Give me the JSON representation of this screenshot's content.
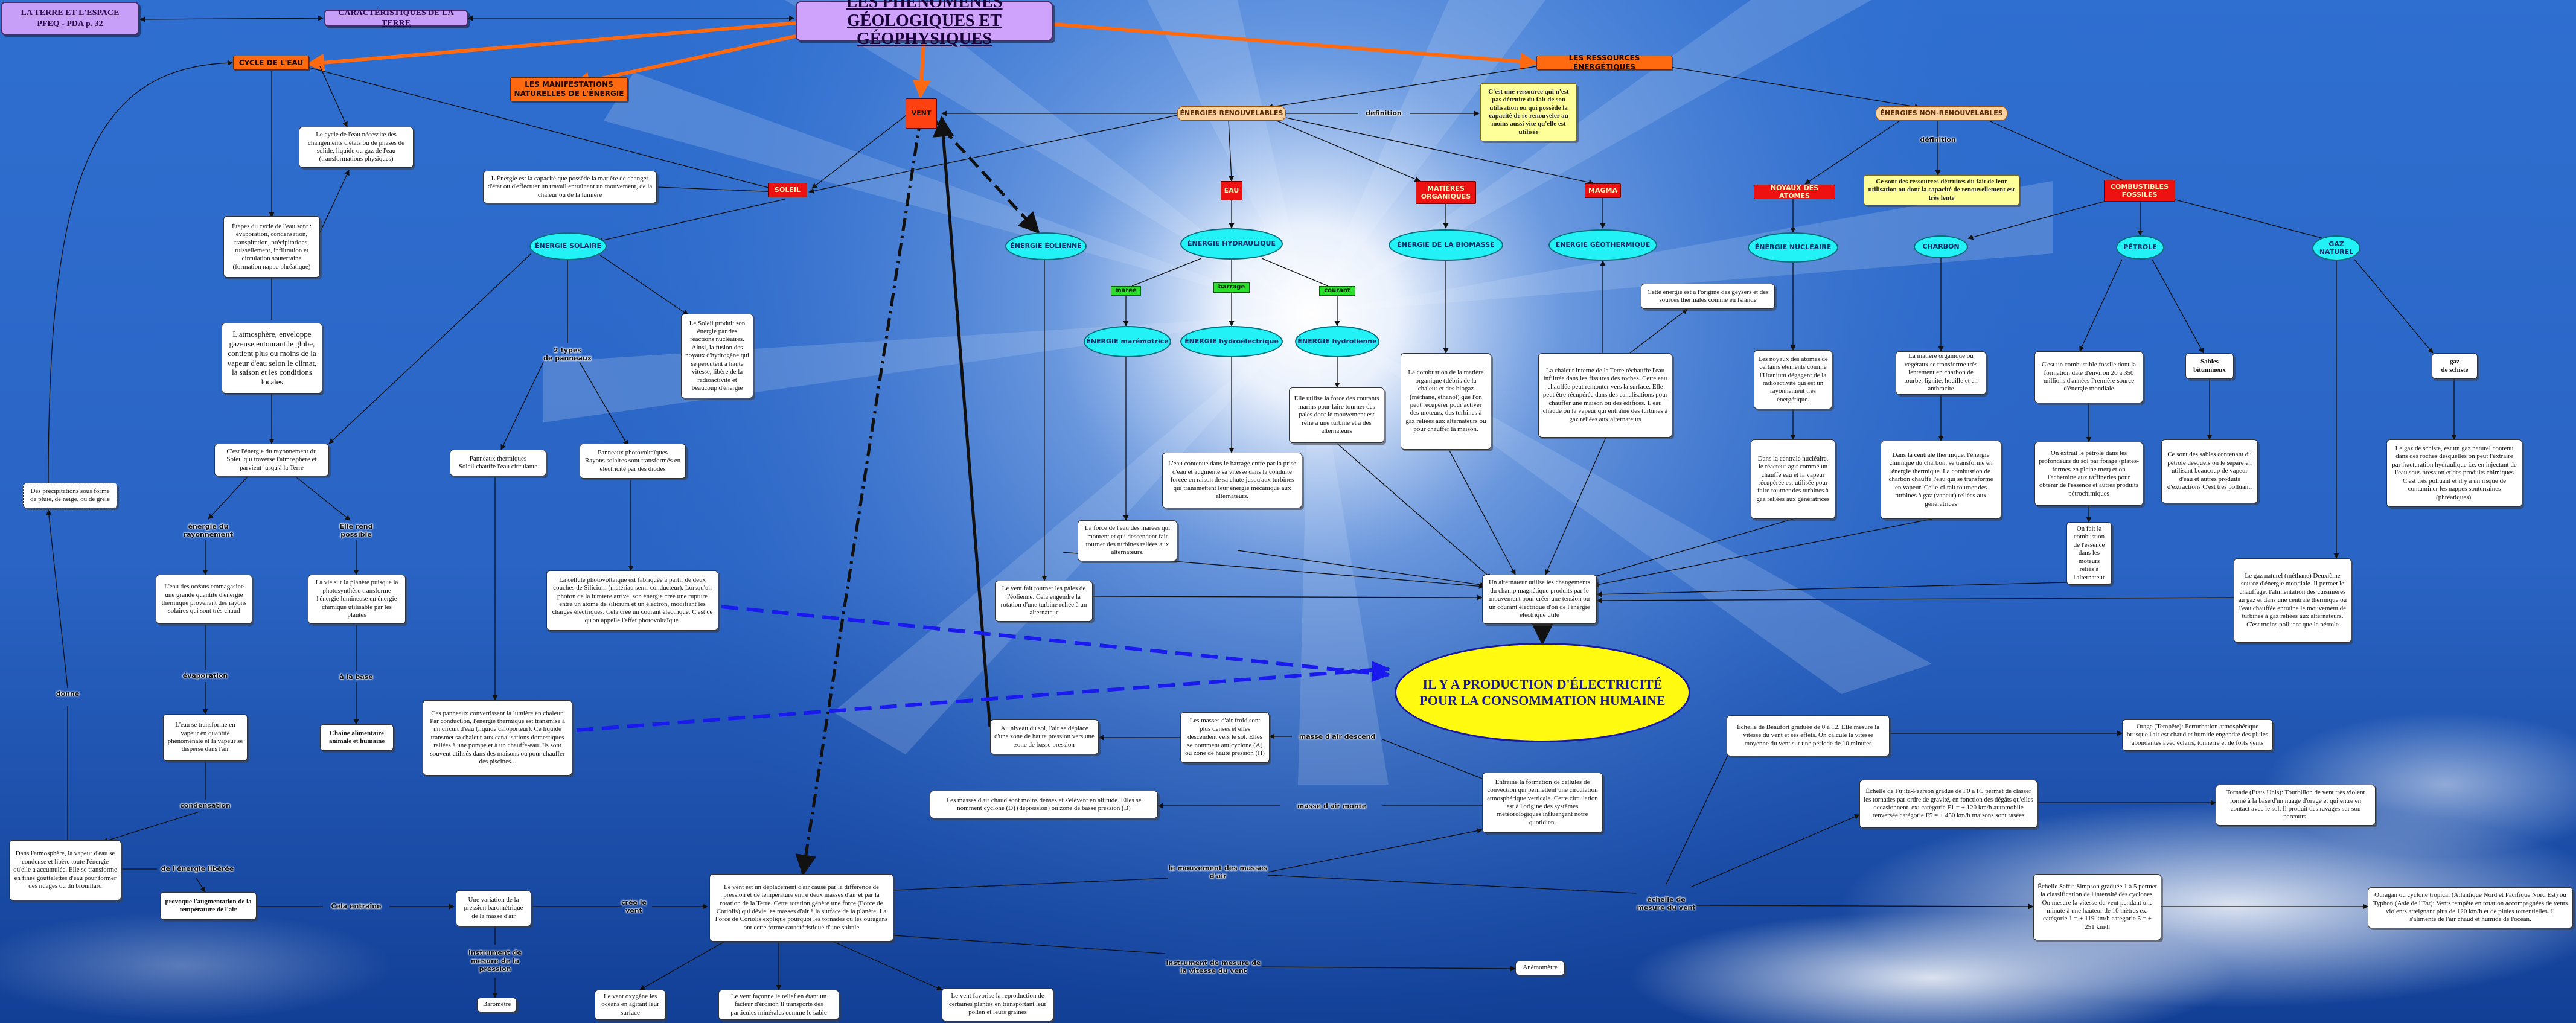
{
  "colors": {
    "sky_top": "#2f6fd0",
    "sky_bottom": "#123f96",
    "title_purple": "#c79ef8",
    "orange_node": "#ff6a10",
    "red_node": "#ee1111",
    "cyan_node": "#22f2f6",
    "yellow_note": "#ffff9a",
    "orange_link": "#ff6a10",
    "blue_dashed_link": "#1a1aee"
  },
  "nodes": {
    "nav_left": "LA TERRE ET L'ESPACE\nPFEQ - PDA p. 32",
    "nav_char": "CARACTÉRISTIQUES DE LA TERRE",
    "main_title": "LES PHÉNOMÈNES\nGÉOLOGIQUES ET GÉOPHYSIQUES",
    "cycle_eau": "CYCLE DE L'EAU",
    "manifestations": "LES MANIFESTATIONS\nNATURELLES DE L'ÉNERGIE",
    "vent": "VENT",
    "ressources": "LES RESSOURCES ÉNERGÉTIQUES",
    "energies_renouvelables": "ÉNERGIES RENOUVELABLES",
    "definition_ren_label": "définition",
    "def_renouvelable": "C'est une ressource qui n'est pas détruite du fait de son utilisation ou qui possède la capacité de se renouveler au moins aussi vite qu'elle est utilisée",
    "energies_non_renouvelables": "ÉNERGIES NON-RENOUVELABLES",
    "definition_nonren_label": "définition",
    "def_non_renouvelable": "Ce sont des ressources détruites du fait de leur utilisation ou dont la capacité de renouvellement est très lente",
    "cycle_desc": "Le cycle de l'eau nécessite des changements d'états ou de phases de solide, liquide ou gaz de l'eau (transformations physiques)",
    "energie_def": "L'Énergie est la capacité que possède la matière de changer d'état ou d'effectuer un travail entraînant un mouvement, de la chaleur ou de la lumière",
    "soleil": "SOLEIL",
    "energie_solaire": "ÉNERGIE SOLAIRE",
    "etapes_cycle": "Étapes du cycle de l'eau sont : évaporation, condensation, transpiration, précipitations, ruissellement, infiltration et circulation souterraine (formation nappe phréatique)",
    "atmosphere": "L'atmosphère, enveloppe gazeuse entourant le globe, contient plus ou moins de la vapeur d'eau selon le climat, la saison et les conditions locales",
    "soleil_produit": "Le Soleil produit son énergie par des réactions nucléaires. Ainsi, la fusion des noyaux d'hydrogène qui se percutent à haute vitesse, libère de la radioactivité et beaucoup d'énergie",
    "deux_types": "2 types\nde panneaux",
    "rayonnement_desc": "C'est l'énergie du rayonnement du Soleil qui traverse l'atmosphère et parvient jusqu'à la Terre",
    "precipitations_forme": "Des précipitations sous forme de pluie, de neige, ou de grêle",
    "panneaux_thermiques": "Panneaux thermiques\nSoleil chauffe l'eau circulante",
    "panneaux_photovoltaiques": "Panneaux photovoltaïques\nRayons solaires sont transformés en électricité par des diodes",
    "energie_rayonnement": "énergie du rayonnement",
    "elle_rend_possible": "Elle rend possible",
    "eau_oceans": "L'eau des océans emmagasine une grande quantité d'énergie thermique provenant des rayons solaires qui sont très chaud",
    "vie_planete": "La vie sur la planète puisque la photosynthèse transforme l'énergie lumineuse en énergie chimique utilisable par les plantes",
    "cellule_photovoltaique": "La cellule photovoltaïque est fabriquée à partir de deux couches de Silicium (matériau semi-conducteur). Lorsqu'un photon de la lumière arrive, son énergie crée une rupture entre un atome de silicium et un électron, modifiant les charges électriques. Cela crée un courant électrique. C'est ce qu'on appelle l'effet photovoltaïque.",
    "evaporation": "évaporation",
    "a_la_base": "à la base",
    "eau_transforme": "L'eau se transforme en vapeur en quantité phénoménale et la vapeur se disperse dans l'air",
    "chaine_alimentaire": "Chaîne alimentaire\nanimale et humaine",
    "panneaux_convertissent": "Ces panneaux convertissent la lumière en chaleur. Par conduction, l'énergie thermique est transmise à un circuit d'eau (liquide caloporteur). Ce liquide transmet sa chaleur aux canalisations domestiques reliées à une pompe et à un chauffe-eau. Ils sont souvent utilisés dans des maisons ou pour chauffer des piscines...",
    "donne": "donne",
    "condensation": "condensation",
    "atmosphere_vapeur": "Dans l'atmosphère, la vapeur d'eau se condense et libère toute l'énergie qu'elle a accumulée. Elle se transforme en fines gouttelettes d'eau pour former des nuages ou du brouillard",
    "energie_liberee": "de l'énergie libérée",
    "provoque_augmentation": "provoque l'augmentation de la température de l'air",
    "cela_entraine": "Cela entraîne",
    "variation_pression": "Une variation de la pression barométrique de la masse d'air",
    "cree_le_vent": "crée le vent",
    "instrument_pression": "instrument de mesure de la pression",
    "barometre": "Baromètre",
    "vent_deplacement": "Le vent est un déplacement d'air causé par la différence de pression et de température entre deux masses d'air et par la rotation de la Terre. Cette rotation génère une force (Force de Coriolis) qui dévie les masses d'air à la surface de la planète. La Force de Coriolis explique pourquoi les tornades ou les ouragans ont cette forme caractéristique d'une spirale",
    "vent_oxygene": "Le vent oxygène les océans en agitant leur surface",
    "vent_faconne": "Le vent façonne le relief en étant un facteur d'érosion Il transporte des particules minérales comme le sable",
    "vent_favorise": "Le vent favorise la reproduction de certaines plantes en transportant leur pollen et leurs graines",
    "energie_eolienne": "ÉNERGIE ÉOLIENNE",
    "vent_fait_tourner": "Le vent fait tourner les pales de l'éolienne. Cela engendre la rotation d'une turbine reliée à un alternateur",
    "niveau_sol": "Au niveau du sol, l'air se déplace d'une zone de haute pression vers une zone de basse pression",
    "eau": "EAU",
    "energie_hydraulique": "ÉNERGIE HYDRAULIQUE",
    "label_marée": "marée",
    "label_barrage": "barrage",
    "label_courant": "courant",
    "energie_maremotrice": "ÉNERGIE marémotrice",
    "energie_hydroelectrique": "ÉNERGIE hydroélectrique",
    "energie_hydrolienne": "ÉNERGIE hydrolienne",
    "force_eau_marees": "La force de l'eau des marées qui montent et qui descendent fait tourner des turbines reliées aux alternateurs.",
    "eau_contenue_barrage": "L'eau contenue dans le barrage entre par la prise d'eau et augmente sa vitesse dans la conduite forcée en raison de sa chute jusqu'aux turbines qui transmettent leur énergie mécanique aux alternateurs.",
    "utilise_force_courants": "Elle utilise la force des courants marins pour faire tourner des pales dont le mouvement est relié à une turbine et à des alternateurs",
    "matieres_organiques": "MATIÈRES\nORGANIQUES",
    "energie_biomasse": "ÉNERGIE DE LA BIOMASSE",
    "combustion_matiere": "La combustion de la matière organique (débris de la chaleur et des biogaz (méthane, éthanol) que l'on peut récupérer pour activer des moteurs, des turbines à gaz reliées aux alternateurs ou pour chauffer la maison.",
    "magma": "MAGMA",
    "energie_geothermique": "ÉNERGIE GÉOTHERMIQUE",
    "geysers": "Cette énergie est à l'origine des geysers et des sources thermales comme en Islande",
    "chaleur_interne": "La chaleur interne de la Terre réchauffe l'eau infiltrée dans les fissures des roches. Cette eau chauffée peut remonter vers la surface. Elle peut être récupérée dans des canalisations pour chauffer une maison ou des édifices. L'eau chaude ou la vapeur qui entraîne des turbines à gaz reliées aux alternateurs",
    "noyaux_atomes": "NOYAUX DES ATOMES",
    "energie_nucleaire": "ÉNERGIE NUCLÉAIRE",
    "noyaux_desc": "Les noyaux des atomes de certains éléments comme l'Uranium dégagent de la radioactivité qui est un rayonnement très énergétique.",
    "centrale_nucleaire": "Dans la centrale nucléaire, le réacteur agit comme un chauffe eau et la vapeur récupérée est utilisée pour faire tourner des turbines à gaz reliées aux génératrices",
    "combustibles_fossiles": "COMBUSTIBLES\nFOSSILES",
    "charbon": "CHARBON",
    "matiere_organique_charbon": "La matière organique ou végétaux se transforme très lentement en charbon de tourbe, lignite, houille et en anthracite",
    "centrale_thermique": "Dans la centrale thermique, l'énergie chimique du charbon, se transforme en énergie thermique. La combustion de charbon chauffe l'eau qui se transforme en vapeur. Celle-ci fait tourner des turbines à gaz (vapeur) reliées aux génératrices",
    "petrole": "PÉTROLE",
    "petrole_desc": "C'est un combustible fossile dont la formation date d'environ 20 à 350 millions d'années Première source d'énergie mondiale",
    "extraction_petrole": "On extrait le pétrole dans les profondeurs du sol par forage (plates-formes en pleine mer) et on l'achemine aux raffineries pour obtenir de l'essence et autres produits pétrochimiques",
    "combustion_petrole": "On fait la combustion de l'essence dans les moteurs reliés à l'alternateur",
    "sables_bitumineux": "Sables\nbitumineux",
    "sables_desc": "Ce sont des sables contenant du pétrole desquels on le sépare en utilisant beaucoup de vapeur d'eau et autres produits d'extractions C'est très polluant.",
    "gaz_naturel": "GAZ\nNATUREL",
    "gaz_schiste": "gaz\nde schiste",
    "gaz_schiste_desc": "Le gaz de schiste, est un gaz naturel contenu dans des roches desquelles on peut l'extraire par fracturation hydraulique i.e. en injectant de l'eau sous pression et des produits chimiques C'est très polluant et il y a un risque de contaminer les nappes souterraines (phréatiques).",
    "gaz_naturel_desc": "Le gaz naturel (méthane) Deuxième source d'énergie mondiale. Il permet le chauffage, l'alimentation des cuisinières au gaz et dans une centrale thermique où l'eau chauffée entraîne le mouvement de turbines à gaz reliées aux alternateurs. C'est moins polluant que le pétrole",
    "alternateur": "Un alternateur utilise les changements du champ magnétique produits par le mouvement pour créer une tension ou un courant électrique d'où de l'énergie électrique utile",
    "production_electricite": "IL Y A PRODUCTION D'ÉLECTRICITÉ\nPOUR LA CONSOMMATION HUMAINE",
    "masses_air_froid": "Les masses d'air froid sont plus denses et elles descendent vers le sol. Elles se nomment anticyclone (A) ou zone de haute pression (H)",
    "masse_air_descend": "masse d'air descend",
    "masses_air_chaud": "Les masses d'air chaud sont moins denses et s'élèvent en altitude. Elles se nomment cyclone (D) (dépression) ou zone de basse pression (B)",
    "masse_air_monte": "masse d'air monte",
    "entraine_formation": "Entraine la formation de cellules de convection qui permettent une circulation atmosphérique verticale. Cette circulation est à l'origine des systèmes météorologiques influençant notre quotidien.",
    "mouvement_masses": "le mouvement des masses d'air",
    "instrument_vitesse": "instrument de mesure de la vitesse du vent",
    "anemometre": "Anémomètre",
    "echelle_mesure": "échelle de mesure du vent",
    "echelle_beaufort": "Échelle de Beaufort graduée de 0 à 12. Elle mesure la vitesse du vent et ses effets. On calcule la vitesse moyenne du vent sur une période de 10 minutes",
    "orage": "Orage (Tempête): Perturbation atmosphérique brusque l'air est chaud et humide engendre des pluies abondantes avec éclairs, tonnerre et de forts vents",
    "echelle_fujita": "Échelle de Fujita-Pearson gradué de F0 à F5 permet de classer les tornades par ordre de gravité, en fonction des dégâts qu'elles occasionnent. ex: catégorie F1 = + 120 km/h automobile renversée catégorie F5 = + 450 km/h maisons sont rasées",
    "tornade": "Tornade (Etats Unis): Tourbillon de vent très violent formé à la base d'un nuage d'orage et qui entre en contact avec le sol. Il produit des ravages sur son parcours.",
    "echelle_saffir": "Échelle Saffir-Simpson graduée 1 à 5 permet la classification de l'intensité des cyclones. On mesure la vitesse du vent pendant une minute à une hauteur de 10 mètres ex: catégorie 1 = + 119 km/h catégorie 5 = + 251 km/h",
    "ouragan": "Ouragan ou cyclone tropical (Atlantique Nord et Pacifique Nord Est) ou Typhon (Asie de l'Est): Vents tempête en rotation accompagnées de vents violents atteignant plus de 120 km/h et de pluies torrentielles. Il s'alimente de l'air chaud et humide de l'océan."
  }
}
